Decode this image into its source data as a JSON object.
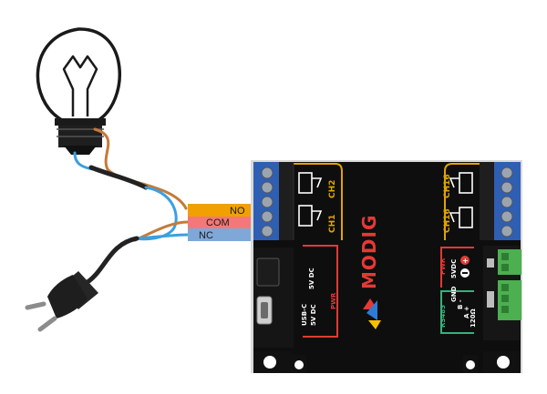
{
  "terminals": {
    "no": {
      "label": "NO",
      "color": "#f0a000"
    },
    "com": {
      "label": "COM",
      "color": "#f4777a"
    },
    "nc": {
      "label": "NC",
      "color": "#7fa8d8"
    }
  },
  "board": {
    "brand": "MODIG",
    "channels": [
      "CH1",
      "CH2",
      "CH16",
      "CH16"
    ],
    "pwr_label": "PWR",
    "pwr_rating": "5V DC",
    "usb_label": "USB-C",
    "usb_rating": "5V DC",
    "pwr_out_label": "PWR",
    "pwr_out_rating": "5VDC",
    "rs485_label": "RS485",
    "bus_labels": [
      "GND",
      "B -",
      "A +",
      "120Ω"
    ],
    "accent_color": "#e0a400",
    "pwr_color": "#e53935",
    "rs485_color": "#34b27b"
  },
  "colors": {
    "wire_brown": "#c47b3a",
    "wire_blue": "#3aa0e0",
    "cable": "#222222",
    "terminal_block": "#2f5fb3",
    "plug_green": "#4caf50"
  },
  "icons": {
    "bulb": "light-bulb-icon",
    "plug": "power-plug-icon"
  }
}
